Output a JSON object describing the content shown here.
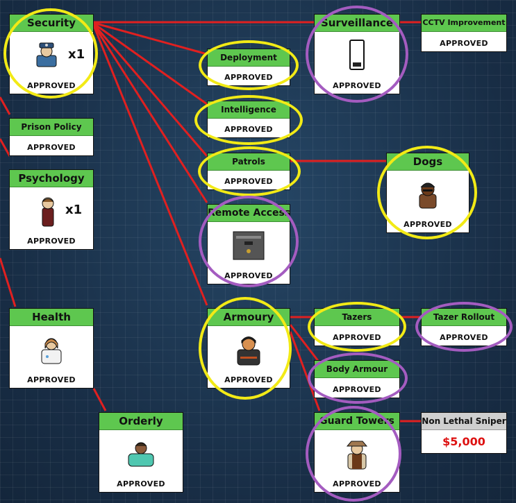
{
  "nodes": {
    "security": {
      "title": "Security",
      "status": "APPROVED",
      "multiplier": "x1",
      "icon": "guard-icon"
    },
    "prison_policy": {
      "title": "Prison Policy",
      "status": "APPROVED"
    },
    "psychology": {
      "title": "Psychology",
      "status": "APPROVED",
      "multiplier": "x1",
      "icon": "psychologist-icon"
    },
    "health": {
      "title": "Health",
      "status": "APPROVED",
      "icon": "doctor-icon"
    },
    "orderly": {
      "title": "Orderly",
      "status": "APPROVED",
      "icon": "orderly-icon"
    },
    "deployment": {
      "title": "Deployment",
      "status": "APPROVED"
    },
    "intelligence": {
      "title": "Intelligence",
      "status": "APPROVED"
    },
    "patrols": {
      "title": "Patrols",
      "status": "APPROVED"
    },
    "remote_access": {
      "title": "Remote Access",
      "status": "APPROVED",
      "icon": "server-box-icon"
    },
    "armoury": {
      "title": "Armoury",
      "status": "APPROVED",
      "icon": "armed-guard-icon"
    },
    "surveillance": {
      "title": "Surveillance",
      "status": "APPROVED",
      "icon": "cctv-monitor-icon"
    },
    "cctv_improvement": {
      "title": "CCTV Improvement",
      "status": "APPROVED"
    },
    "dogs": {
      "title": "Dogs",
      "status": "APPROVED",
      "icon": "dog-handler-icon"
    },
    "tazers": {
      "title": "Tazers",
      "status": "APPROVED"
    },
    "tazer_rollout": {
      "title": "Tazer Rollout",
      "status": "APPROVED"
    },
    "body_armour": {
      "title": "Body Armour",
      "status": "APPROVED"
    },
    "guard_towers": {
      "title": "Guard Towers",
      "status": "APPROVED",
      "icon": "tower-guard-icon"
    },
    "non_lethal_sniper": {
      "title": "Non Lethal Sniper",
      "price": "$5,000"
    }
  },
  "colors": {
    "approved_header": "#5ec74f",
    "locked_header": "#cfcfcf",
    "link": "#e02020",
    "price": "#d11111",
    "ring_yellow": "#f2ea16",
    "ring_purple": "#a45cc0"
  }
}
